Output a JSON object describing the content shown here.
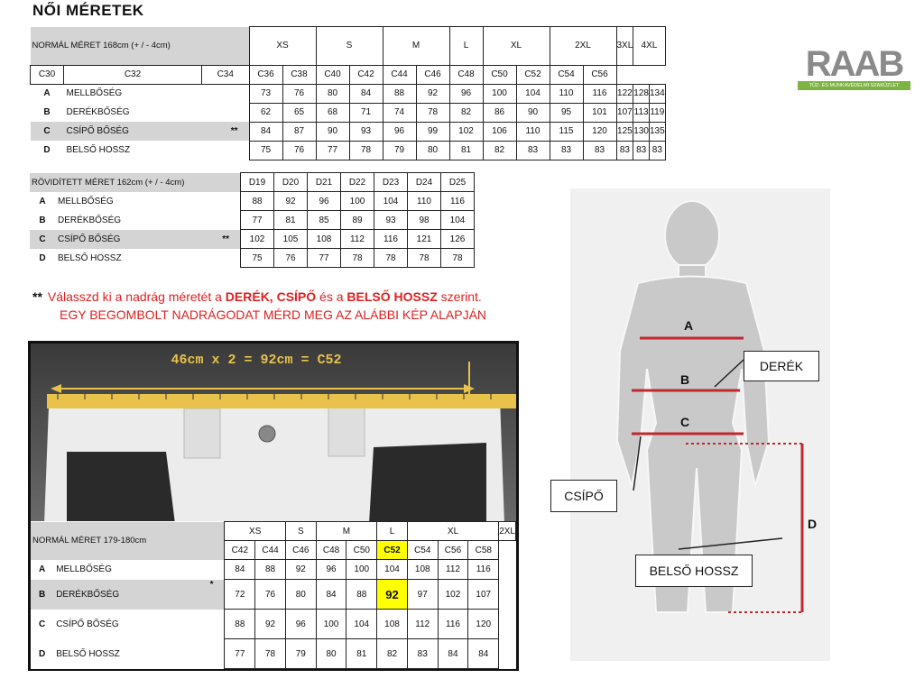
{
  "title": "NŐI MÉRETEK",
  "logo": {
    "word": "RAAB",
    "tagline": "TŰZ- ÉS MUNKAVÉDELMI SZAKÜZLET"
  },
  "table1": {
    "header": "NORMÁL MÉRET 168cm (+ / - 4cm)",
    "groups": [
      "XS",
      "S",
      "M",
      "L",
      "XL",
      "2XL",
      "3XL",
      "4XL"
    ],
    "codes": [
      "C30",
      "C32",
      "C34",
      "C36",
      "C38",
      "C40",
      "C42",
      "C44",
      "C46",
      "C48",
      "C50",
      "C52",
      "C54",
      "C56"
    ],
    "rows": [
      {
        "letter": "A",
        "name": "MELLBŐSÉG",
        "star": "",
        "values": [
          "73",
          "76",
          "80",
          "84",
          "88",
          "92",
          "96",
          "100",
          "104",
          "110",
          "116",
          "122",
          "128",
          "134"
        ]
      },
      {
        "letter": "B",
        "name": "DERÉKBŐSÉG",
        "star": "",
        "values": [
          "62",
          "65",
          "68",
          "71",
          "74",
          "78",
          "82",
          "86",
          "90",
          "95",
          "101",
          "107",
          "113",
          "119"
        ]
      },
      {
        "letter": "C",
        "name": "CSÍPŐ BŐSÉG",
        "star": "**",
        "values": [
          "84",
          "87",
          "90",
          "93",
          "96",
          "99",
          "102",
          "106",
          "110",
          "115",
          "120",
          "125",
          "130",
          "135"
        ]
      },
      {
        "letter": "D",
        "name": "BELSŐ HOSSZ",
        "star": "",
        "values": [
          "75",
          "76",
          "77",
          "78",
          "79",
          "80",
          "81",
          "82",
          "83",
          "83",
          "83",
          "83",
          "83",
          "83"
        ]
      }
    ]
  },
  "table2": {
    "header": "RÖVIDÍTETT MÉRET 162cm (+ / - 4cm)",
    "codes": [
      "D19",
      "D20",
      "D21",
      "D22",
      "D23",
      "D24",
      "D25"
    ],
    "rows": [
      {
        "letter": "A",
        "name": "MELLBŐSÉG",
        "star": "",
        "values": [
          "88",
          "92",
          "96",
          "100",
          "104",
          "110",
          "116"
        ]
      },
      {
        "letter": "B",
        "name": "DERÉKBŐSÉG",
        "star": "",
        "values": [
          "77",
          "81",
          "85",
          "89",
          "93",
          "98",
          "104"
        ]
      },
      {
        "letter": "C",
        "name": "CSÍPŐ BŐSÉG",
        "star": "**",
        "values": [
          "102",
          "105",
          "108",
          "112",
          "116",
          "121",
          "126"
        ]
      },
      {
        "letter": "D",
        "name": "BELSŐ HOSSZ",
        "star": "",
        "values": [
          "75",
          "76",
          "77",
          "78",
          "78",
          "78",
          "78"
        ]
      }
    ]
  },
  "note": {
    "stars": "**",
    "line1_a": "Válasszd ki a nadrág méretét a ",
    "line1_b": "DERÉK, CSÍPŐ",
    "line1_c": " és a ",
    "line1_d": "BELSŐ HOSSZ",
    "line1_e": " szerint.",
    "line2": "EGY BEGOMBOLT NADRÁGODAT MÉRD MEG AZ ALÁBBI KÉP ALAPJÁN"
  },
  "photo": {
    "caption": "46cm x 2 = 92cm = C52"
  },
  "table3": {
    "header": "NORMÁL MÉRET 179-180cm",
    "groups": [
      "XS",
      "S",
      "M",
      "L",
      "XL",
      "2XL"
    ],
    "codes": [
      "C42",
      "C44",
      "C46",
      "C48",
      "C50",
      "C52",
      "C54",
      "C56",
      "C58"
    ],
    "highlight_index": 5,
    "rows": [
      {
        "letter": "A",
        "name": "MELLBŐSÉG",
        "star": "",
        "values": [
          "84",
          "88",
          "92",
          "96",
          "100",
          "104",
          "108",
          "112",
          "116"
        ]
      },
      {
        "letter": "B",
        "name": "DERÉKBŐSÉG",
        "star": "*",
        "values": [
          "72",
          "76",
          "80",
          "84",
          "88",
          "92",
          "97",
          "102",
          "107"
        ]
      },
      {
        "letter": "C",
        "name": "CSÍPŐ BŐSÉG",
        "star": "",
        "values": [
          "88",
          "92",
          "96",
          "100",
          "104",
          "108",
          "112",
          "116",
          "120"
        ]
      },
      {
        "letter": "D",
        "name": "BELSŐ HOSSZ",
        "star": "",
        "values": [
          "77",
          "78",
          "79",
          "80",
          "81",
          "82",
          "83",
          "84",
          "84"
        ]
      }
    ]
  },
  "figure": {
    "labels": {
      "a": "A",
      "b": "B",
      "c": "C",
      "d": "D"
    },
    "callouts": {
      "derek": "DERÉK",
      "csipo": "CSÍPŐ",
      "belso": "BELSŐ HOSSZ"
    },
    "accent_color": "#c0282d"
  }
}
